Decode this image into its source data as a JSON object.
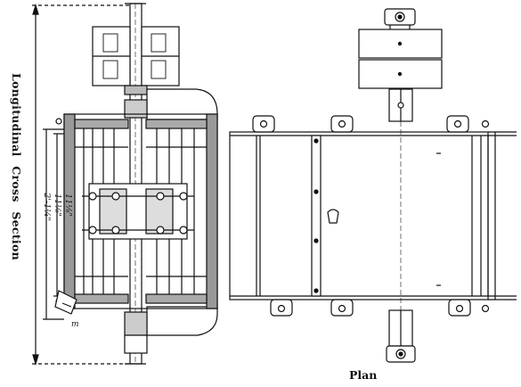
{
  "figure": {
    "section_title": "Longitudinal Cross Section",
    "plan_title": "Plan",
    "dimensions": {
      "overall": "2'-1¼\"",
      "inner_a": "11⅛\"",
      "inner_b": "11⅛\""
    },
    "callout": "m"
  }
}
